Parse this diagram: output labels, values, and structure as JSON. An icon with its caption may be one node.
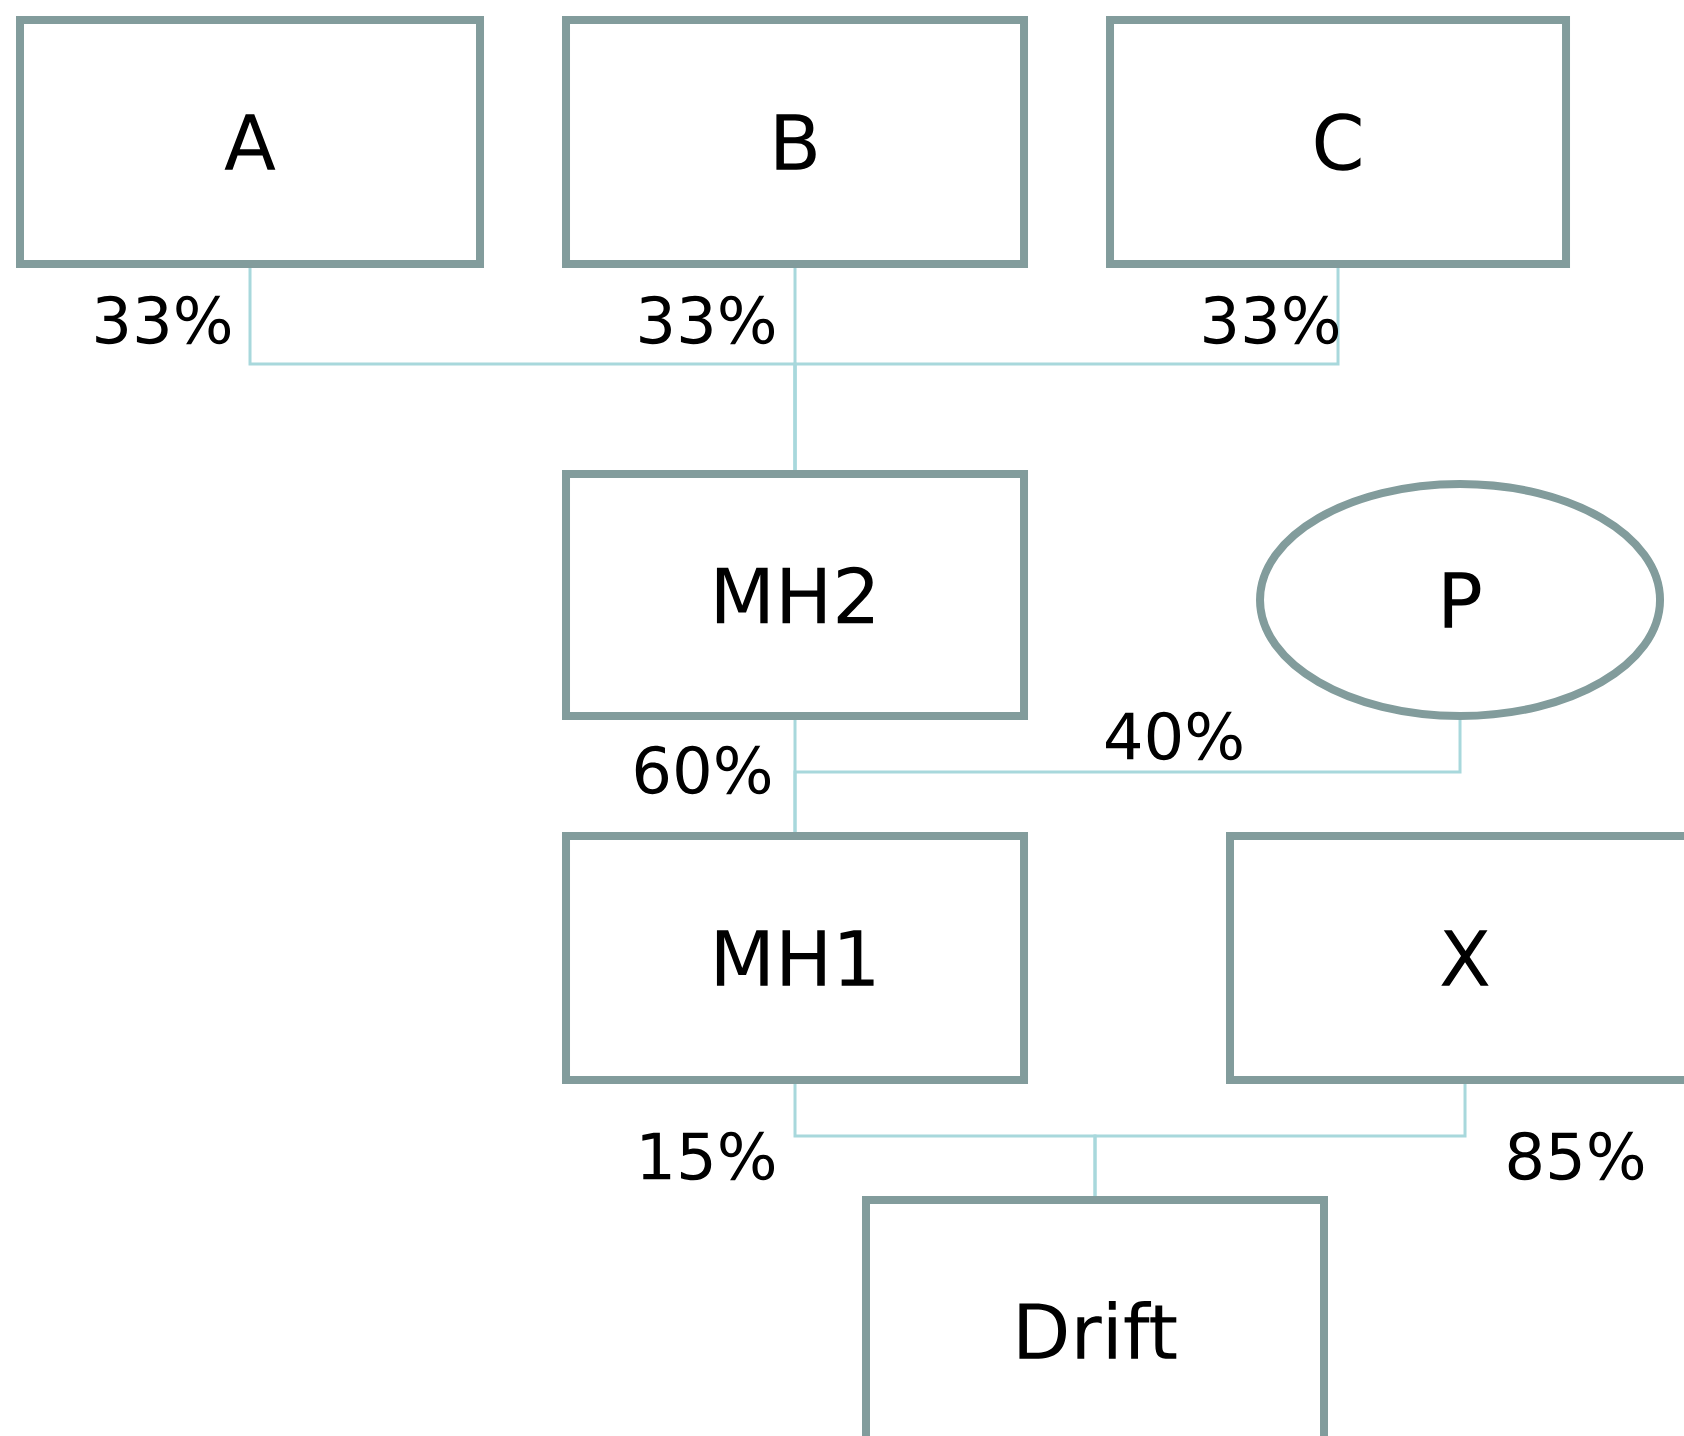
{
  "diagram": {
    "nodes": [
      {
        "text": [
          "A"
        ]
      },
      {
        "text": [
          "B"
        ]
      },
      {
        "text": [
          "C"
        ]
      },
      {
        "text": [
          "MH2"
        ]
      },
      {
        "text": [
          "P"
        ]
      },
      {
        "text": [
          "MH1"
        ]
      },
      {
        "text": [
          "X"
        ]
      },
      {
        "text": [
          "Drift"
        ]
      }
    ],
    "edges": [
      {
        "from": 0,
        "to": 3,
        "arrow": "none",
        "label": "33%"
      },
      {
        "from": 1,
        "to": 3,
        "arrow": "none",
        "label": "33%"
      },
      {
        "from": 2,
        "to": 3,
        "arrow": "none",
        "label": "33%"
      },
      {
        "from": 3,
        "to": 5,
        "arrow": "none",
        "label": "60%"
      },
      {
        "from": 4,
        "to": 5,
        "arrow": "none",
        "label": "40%"
      },
      {
        "from": 5,
        "to": 7,
        "arrow": "none",
        "label": "15%"
      },
      {
        "from": 6,
        "to": 7,
        "arrow": "none",
        "label": "85%"
      }
    ]
  }
}
